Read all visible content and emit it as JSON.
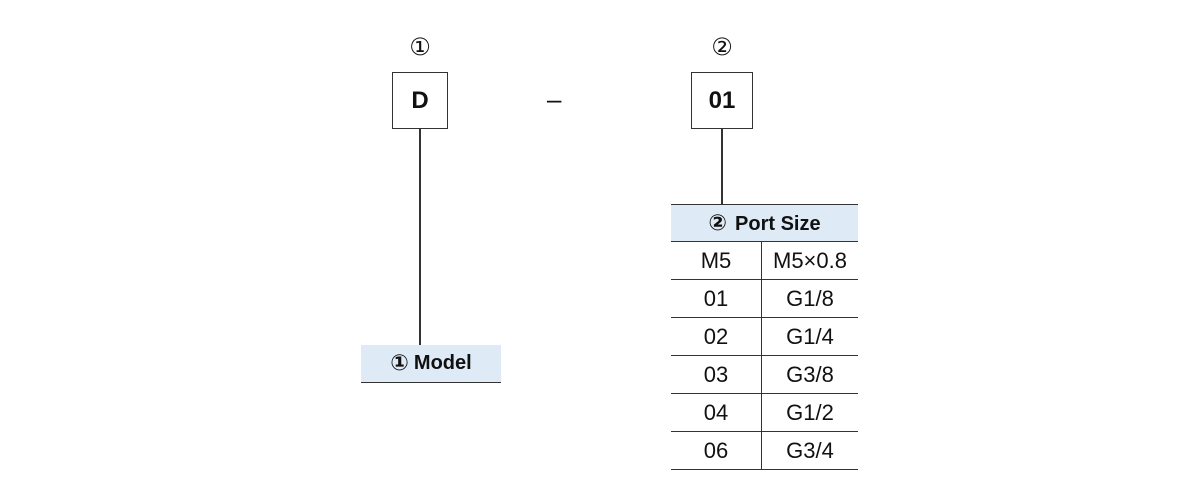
{
  "fields": [
    {
      "number": "①",
      "code": "D",
      "label": "Model"
    },
    {
      "number": "②",
      "code": "01",
      "label": "Port Size"
    }
  ],
  "separator": "–",
  "port_size": {
    "rows": [
      {
        "code": "M5",
        "size": "M5×0.8"
      },
      {
        "code": "01",
        "size": "G1/8"
      },
      {
        "code": "02",
        "size": "G1/4"
      },
      {
        "code": "03",
        "size": "G3/8"
      },
      {
        "code": "04",
        "size": "G1/2"
      },
      {
        "code": "06",
        "size": "G3/4"
      }
    ]
  }
}
